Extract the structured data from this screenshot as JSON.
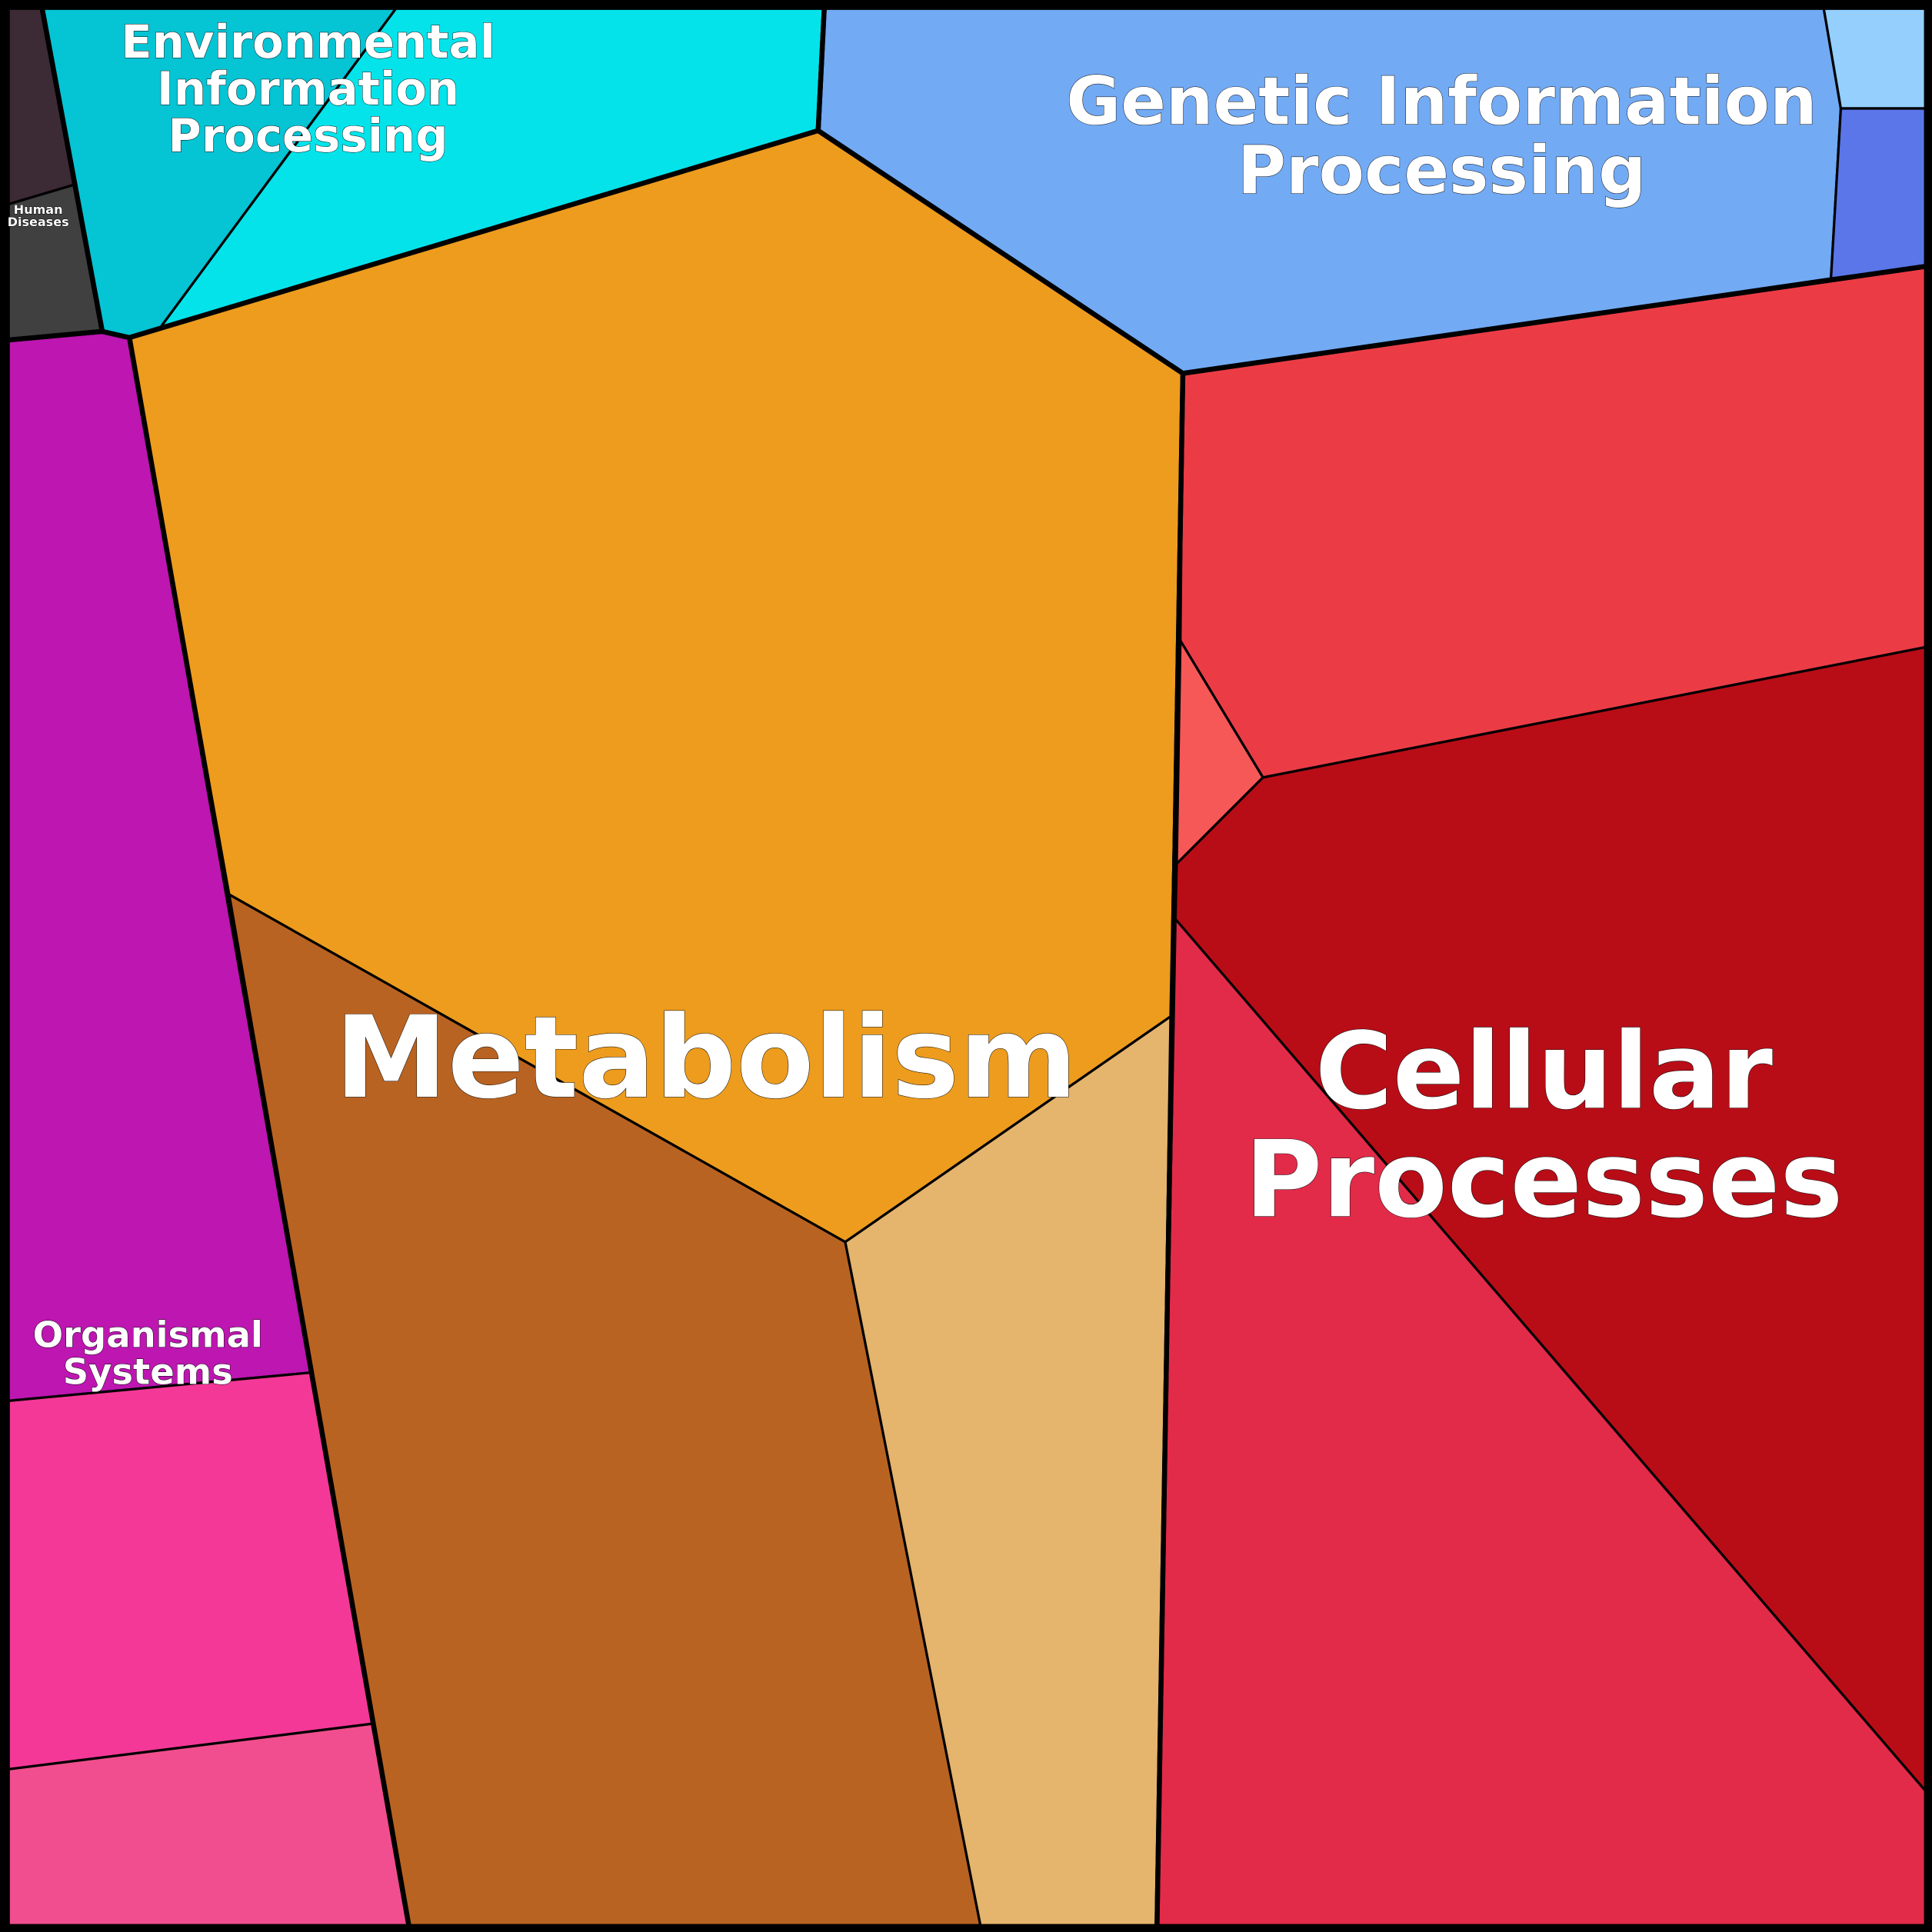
{
  "chart_data": {
    "type": "treemap",
    "variant": "voronoi",
    "title": "",
    "categories": [
      {
        "name": "Human Diseases",
        "cells": [
          {
            "color": "#3c2a35"
          },
          {
            "color": "#404040"
          }
        ]
      },
      {
        "name": "Environmental Information Processing",
        "label_lines": [
          "Environmental",
          "Information",
          "Processing"
        ],
        "cells": [
          {
            "color": "#05c4d4"
          },
          {
            "color": "#05e3ea"
          }
        ]
      },
      {
        "name": "Genetic Information Processing",
        "label_lines": [
          "Genetic Information",
          "Processing"
        ],
        "cells": [
          {
            "color": "#72aaf4"
          },
          {
            "color": "#94cffe"
          },
          {
            "color": "#5a76e8"
          }
        ]
      },
      {
        "name": "Cellular Processes",
        "label_lines": [
          "Cellular",
          "Processes"
        ],
        "cells": [
          {
            "color": "#eb3c46"
          },
          {
            "color": "#f65858"
          },
          {
            "color": "#b80d17"
          },
          {
            "color": "#e22b49"
          }
        ]
      },
      {
        "name": "Metabolism",
        "label_lines": [
          "Metabolism"
        ],
        "cells": [
          {
            "color": "#ed9c1e"
          },
          {
            "color": "#b96322"
          },
          {
            "color": "#e5b46d"
          }
        ]
      },
      {
        "name": "Organismal Systems",
        "label_lines": [
          "Organismal",
          "Systems"
        ],
        "cells": [
          {
            "color": "#bd16b1"
          },
          {
            "color": "#f43897"
          },
          {
            "color": "#f04e8f"
          }
        ]
      }
    ],
    "human_diseases_label_lines": [
      "Human",
      "Diseases"
    ]
  }
}
